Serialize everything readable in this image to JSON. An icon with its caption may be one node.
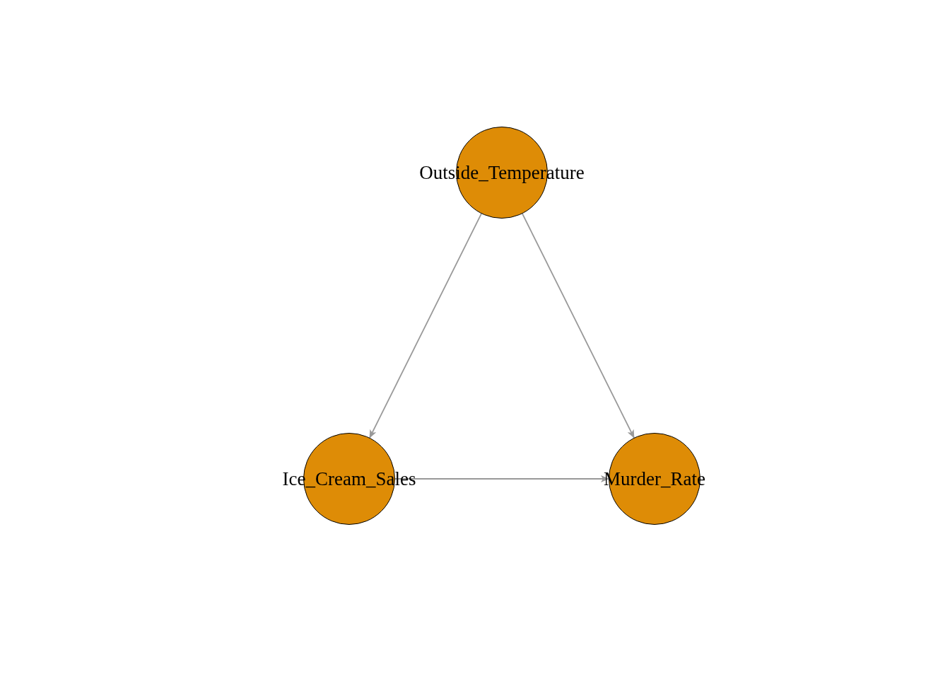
{
  "diagram": {
    "nodes": [
      {
        "text": [
          "Outside_Temperature"
        ]
      },
      {
        "text": [
          "Ice_Cream_Sales"
        ]
      },
      {
        "text": [
          "Murder_Rate"
        ]
      }
    ],
    "edges": [
      {
        "from": 0,
        "to": 1,
        "arrow": "to"
      },
      {
        "from": 0,
        "to": 2,
        "arrow": "to"
      },
      {
        "from": 1,
        "to": 2,
        "arrow": "to"
      }
    ]
  }
}
